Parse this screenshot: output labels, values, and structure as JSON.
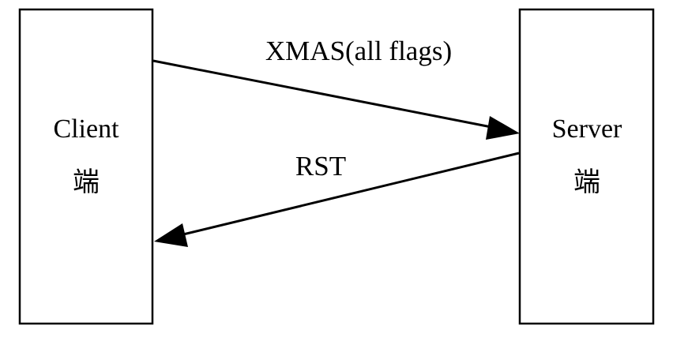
{
  "nodes": {
    "client": {
      "line1": "Client",
      "line2": "端"
    },
    "server": {
      "line1": "Server",
      "line2": "端"
    }
  },
  "edges": {
    "request": {
      "label": "XMAS(all flags)",
      "from": "client",
      "to": "server"
    },
    "response": {
      "label": "RST",
      "from": "server",
      "to": "client"
    }
  },
  "colors": {
    "stroke": "#000000",
    "background": "#ffffff"
  }
}
